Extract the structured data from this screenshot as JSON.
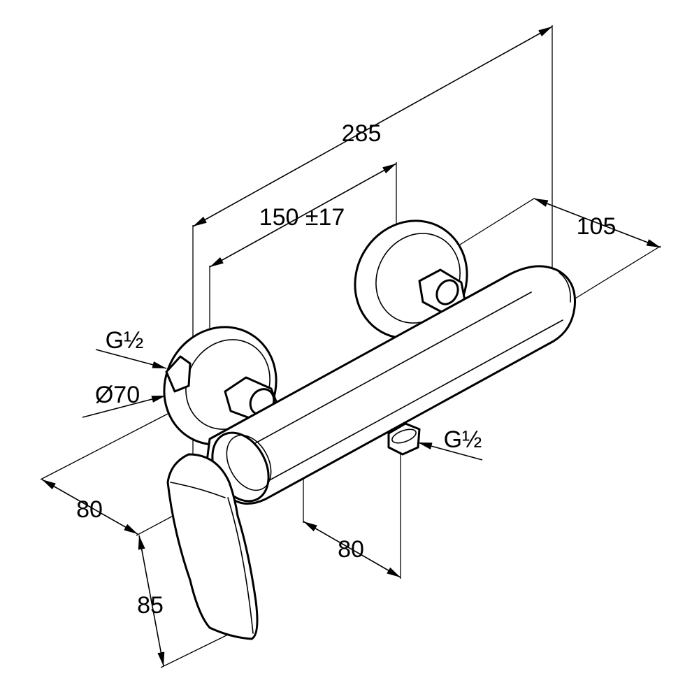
{
  "dimensions": {
    "overall_length": "285",
    "connection_spacing": "150 ±17",
    "depth": "105",
    "outlet_offset": "80",
    "lever_offset": "80",
    "height": "85",
    "rosette_diameter": "Ø70",
    "inlet_thread": "G½",
    "outlet_thread": "G½"
  },
  "colors": {
    "line": "#000000",
    "background": "#ffffff"
  }
}
